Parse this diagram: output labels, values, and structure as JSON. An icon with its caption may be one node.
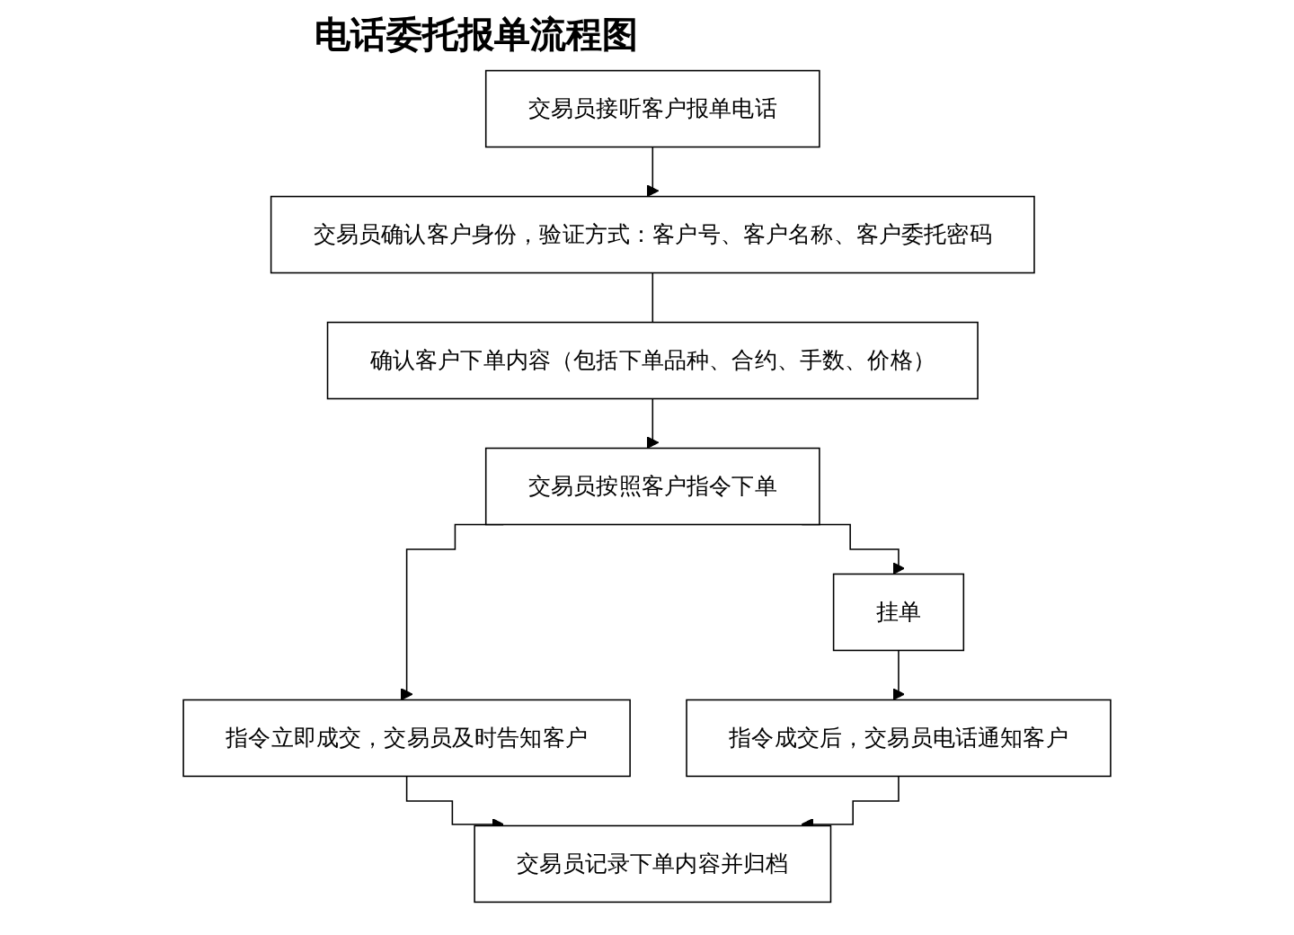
{
  "diagram": {
    "title": "电话委托报单流程图",
    "nodes": [
      {
        "text": [
          "交易员接听客户报单电话"
        ]
      },
      {
        "text": [
          "交易员确认客户身份，验证方式：客户号、客户名称、客户委托密码"
        ]
      },
      {
        "text": [
          "确认客户下单内容（包括下单品种、合约、手数、价格）"
        ]
      },
      {
        "text": [
          "交易员按照客户指令下单"
        ]
      },
      {
        "text": [
          "指令立即成交，交易员及时告知客户"
        ]
      },
      {
        "text": [
          "挂单"
        ]
      },
      {
        "text": [
          "指令成交后，交易员电话通知客户"
        ]
      },
      {
        "text": [
          "交易员记录下单内容并归档"
        ]
      }
    ],
    "edges": [
      {
        "from": 0,
        "to": 1,
        "arrow": "to"
      },
      {
        "from": 1,
        "to": 2,
        "arrow": "none"
      },
      {
        "from": 2,
        "to": 3,
        "arrow": "to"
      },
      {
        "from": 3,
        "to": 4,
        "arrow": "to"
      },
      {
        "from": 3,
        "to": 5,
        "arrow": "to"
      },
      {
        "from": 5,
        "to": 6,
        "arrow": "to"
      },
      {
        "from": 4,
        "to": 7,
        "arrow": "to"
      },
      {
        "from": 6,
        "to": 7,
        "arrow": "to"
      }
    ]
  }
}
